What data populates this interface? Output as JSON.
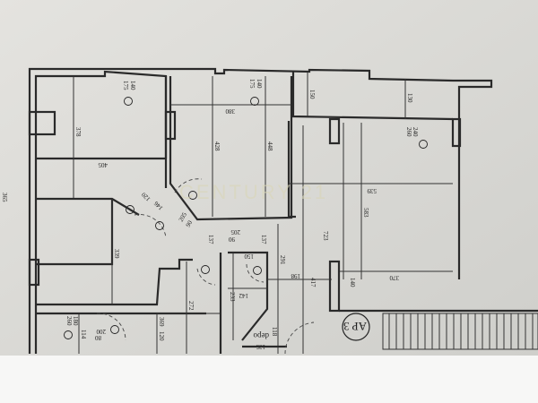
{
  "watermark": "CENTURY 21",
  "apartment_label": "AP 3",
  "storage_label": "depo",
  "dimensions": {
    "left_edge": "365",
    "room1_sill": "140",
    "room1_height": "175",
    "room1_depth": "378",
    "room1_width": "405",
    "room2_sill": "140",
    "room2_height": "175",
    "room2_width": "380",
    "room2_depth": "428",
    "room2_depth_outer": "448",
    "balcony_a": "150",
    "balcony_b": "130",
    "living_sill": "240",
    "living_height": "260",
    "living_width": "539",
    "living_depth": "583",
    "living_lower_width": "370",
    "pillar": "140",
    "corridor_long": "723",
    "corridor_mid": "417",
    "bath_a": "291",
    "bath_b": "198",
    "door_a": "137",
    "door_b": "137",
    "door_c_h": "205",
    "door_c_w": "90",
    "bath_w": "150",
    "bath_inner": "142",
    "bath_depth": "233",
    "hall_depth": "272",
    "hall_width": "369",
    "hall_small": "120",
    "small_room": "114",
    "win_sill": "180",
    "win_height": "260",
    "entry_h": "200",
    "entry_w": "80",
    "depo_depth": "118",
    "depo_w": "135",
    "lower_room": "339",
    "diag_door_a": "120",
    "diag_door_b": "146",
    "diag_door_c": "205",
    "diag_door_d": "90"
  },
  "door_tags": [
    "d",
    "d",
    "d",
    "d",
    "d",
    "d",
    "d",
    "d"
  ]
}
